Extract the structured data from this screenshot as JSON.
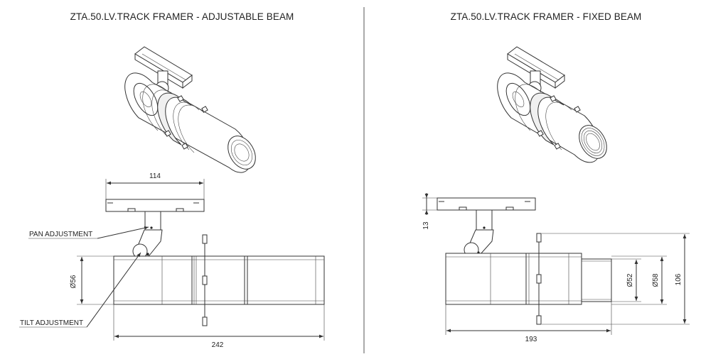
{
  "left": {
    "title": "ZTA.50.LV.TRACK FRAMER - ADJUSTABLE BEAM",
    "dims": {
      "top_width": "114",
      "diameter": "Ø56",
      "length": "242"
    },
    "notes": {
      "pan": "PAN ADJUSTMENT",
      "tilt": "TILT ADJUSTMENT"
    }
  },
  "right": {
    "title": "ZTA.50.LV.TRACK FRAMER - FIXED BEAM",
    "dims": {
      "adapter_height": "13",
      "lens_diameter": "Ø52",
      "body_diameter": "Ø58",
      "overall_height": "106",
      "length": "193"
    }
  },
  "colors": {
    "line": "#333333",
    "text": "#222222",
    "background": "#ffffff"
  }
}
